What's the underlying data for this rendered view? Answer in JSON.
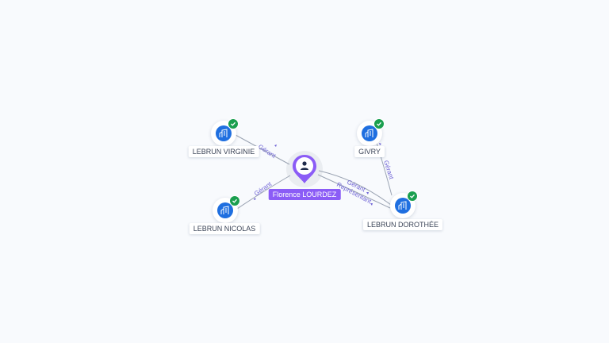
{
  "graph": {
    "center": {
      "name": "Florence LOURDEZ",
      "icon": "person-icon"
    },
    "companies": [
      {
        "name": "LEBRUN VIRGINIE",
        "icon": "building-icon",
        "badge": "verified-check-icon"
      },
      {
        "name": "LEBRUN NICOLAS",
        "icon": "building-icon",
        "badge": "verified-check-icon"
      },
      {
        "name": "GIVRY",
        "icon": "building-icon",
        "badge": "verified-check-icon"
      },
      {
        "name": "LEBRUN DOROTHÉE",
        "icon": "building-icon",
        "badge": "verified-check-icon"
      }
    ],
    "edges": [
      {
        "from": "Florence LOURDEZ",
        "to": "LEBRUN VIRGINIE",
        "label": "Gérant"
      },
      {
        "from": "Florence LOURDEZ",
        "to": "LEBRUN NICOLAS",
        "label": "Gérant"
      },
      {
        "from": "Florence LOURDEZ",
        "to": "LEBRUN DOROTHÉE",
        "label": "Gérant"
      },
      {
        "from": "Florence LOURDEZ",
        "to": "LEBRUN DOROTHÉE",
        "label": "Représentant"
      },
      {
        "from": "LEBRUN DOROTHÉE",
        "to": "GIVRY",
        "label": "Gérant"
      }
    ],
    "colors": {
      "company": "#1f6fe0",
      "person": "#8b5cf6",
      "verified": "#1a9f4f",
      "edge": "#9aa3b2",
      "edge_label": "#6f63d6"
    }
  }
}
